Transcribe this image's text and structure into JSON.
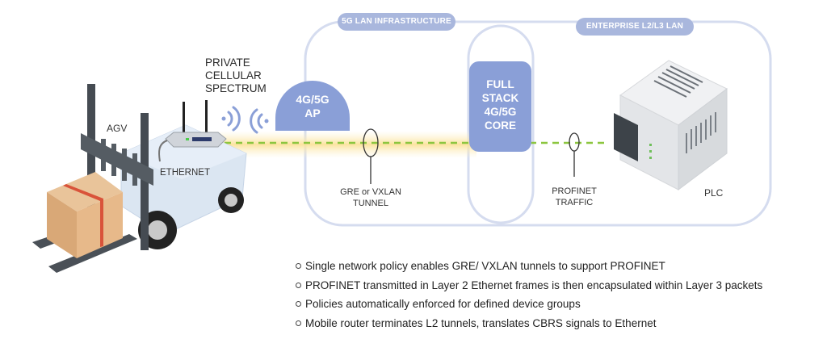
{
  "diagram": {
    "zones": {
      "lan_infrastructure": "5G LAN INFRASTRUCTURE",
      "enterprise_lan": "ENTERPRISE L2/L3 LAN"
    },
    "nodes": {
      "ap": [
        "4G/5G",
        "AP"
      ],
      "core": [
        "FULL",
        "STACK",
        "4G/5G",
        "CORE"
      ]
    },
    "labels": {
      "spectrum": [
        "PRIVATE",
        "CELLULAR",
        "SPECTRUM"
      ],
      "agv": "AGV",
      "ethernet": "ETHERNET",
      "tunnel": [
        "GRE or VXLAN",
        "TUNNEL"
      ],
      "profinet": [
        "PROFINET",
        "TRAFFIC"
      ],
      "plc": "PLC"
    },
    "icons": [
      "forklift-agv-icon",
      "mobile-router-icon",
      "wifi-signal-icon",
      "plc-controller-icon"
    ],
    "colors": {
      "zone_outline": "#d5dcef",
      "zone_label": "#a9b7dd",
      "node_blue": "#8a9fd7",
      "link_dashed": "#8cc63f",
      "tunnel_glow": "#fbe7a1"
    }
  },
  "bullets": [
    "Single network policy enables GRE/ VXLAN tunnels to support PROFINET",
    "PROFINET transmitted in Layer 2 Ethernet frames is then encapsulated within Layer 3 packets",
    "Policies automatically enforced for defined device groups",
    "Mobile router terminates  L2 tunnels, translates CBRS signals to Ethernet"
  ]
}
